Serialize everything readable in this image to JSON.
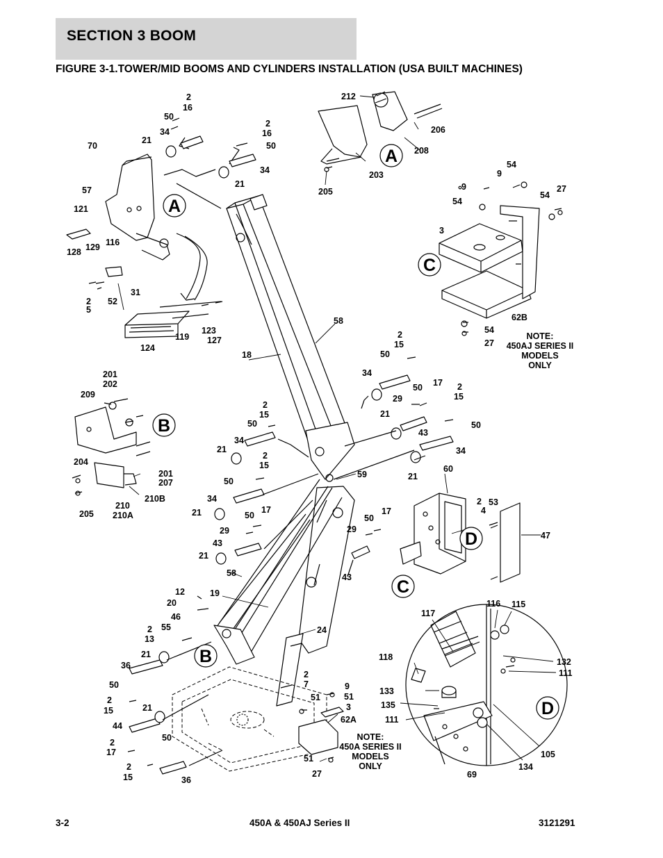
{
  "header": {
    "section": "SECTION 3   BOOM"
  },
  "figure_title": "FIGURE 3-1.TOWER/MID BOOMS AND CYLINDERS INSTALLATION (USA BUILT MACHINES)",
  "callouts": {
    "c212": "212",
    "c206": "206",
    "c208": "208",
    "c203": "203",
    "c205a": "205",
    "c2a": "2",
    "c16a": "16",
    "c50a": "50",
    "c34a": "34",
    "c21a": "21",
    "c2b": "2",
    "c16b": "16",
    "c50b": "50",
    "c34b": "34",
    "c21b": "21",
    "c70": "70",
    "c57": "57",
    "c121": "121",
    "c128": "128",
    "c129": "129",
    "c116a": "116",
    "c31": "31",
    "c2c": "2",
    "c5": "5",
    "c52": "52",
    "c124": "124",
    "c119": "119",
    "c123": "123",
    "c127": "127",
    "c9a": "9",
    "c9b": "9",
    "c54a": "54",
    "c54b": "54",
    "c54c": "54",
    "c27a": "27",
    "c3a": "3",
    "c54d": "54",
    "c27b": "27",
    "c62b": "62B",
    "c58a": "58",
    "c18": "18",
    "c201a": "201",
    "c202": "202",
    "c209": "209",
    "c204": "204",
    "c201b": "201",
    "c207": "207",
    "c205b": "205",
    "c210": "210",
    "c210a": "210A",
    "c210b": "210B",
    "c2d": "2",
    "c15a": "15",
    "c50c": "50",
    "c34c": "34",
    "c21c": "21",
    "c50d": "50",
    "c17a": "17",
    "c2e": "2",
    "c15b": "15",
    "c29a": "29",
    "c43a": "43",
    "c50e": "50",
    "c34d": "34",
    "c21d": "21",
    "c2f": "2",
    "c15c": "15",
    "c50f": "50",
    "c34e": "34",
    "c21e": "21",
    "c2g": "2",
    "c15d": "15",
    "c50g": "50",
    "c34f": "34",
    "c21f": "21",
    "c59": "59",
    "c60": "60",
    "c2h": "2",
    "c4": "4",
    "c53": "53",
    "c47": "47",
    "c50h": "50",
    "c17b": "17",
    "c29b": "29",
    "c43b": "43",
    "c50i": "50",
    "c17c": "17",
    "c29c": "29",
    "c43c": "43",
    "c21g": "21",
    "c58b": "58",
    "c19": "19",
    "c24": "24",
    "c12": "12",
    "c20": "20",
    "c46": "46",
    "c55": "55",
    "c2i": "2",
    "c13": "13",
    "c21h": "21",
    "c36a": "36",
    "c50j": "50",
    "c2j": "2",
    "c15e": "15",
    "c21i": "21",
    "c44": "44",
    "c2k": "2",
    "c17d": "17",
    "c50k": "50",
    "c2l": "2",
    "c15f": "15",
    "c36b": "36",
    "c2m": "2",
    "c7": "7",
    "c51a": "51",
    "c9c": "9",
    "c51b": "51",
    "c3b": "3",
    "c62a": "62A",
    "c51c": "51",
    "c27c": "27",
    "c117": "117",
    "c116b": "116",
    "c115": "115",
    "c118": "118",
    "c132": "132",
    "c111a": "111",
    "c133": "133",
    "c135": "135",
    "c111b": "111",
    "c105": "105",
    "c134": "134",
    "c69": "69"
  },
  "detail_letters": {
    "a1": "A",
    "a2": "A",
    "b1": "B",
    "b2": "B",
    "c1": "C",
    "c2": "C",
    "d1": "D",
    "d2": "D"
  },
  "notes": {
    "n1": [
      "NOTE:",
      "450AJ SERIES II",
      "MODELS",
      "ONLY"
    ],
    "n2": [
      "NOTE:",
      "450A SERIES II",
      "MODELS",
      "ONLY"
    ]
  },
  "footer": {
    "page": "3-2",
    "model": "450A & 450AJ Series II",
    "doc_number": "3121291"
  }
}
